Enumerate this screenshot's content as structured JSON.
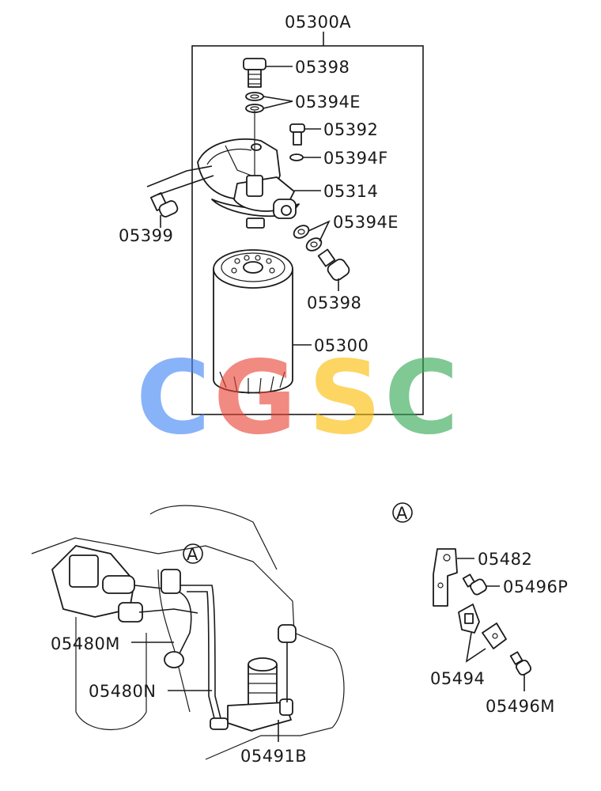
{
  "assembly_label": "05300A",
  "parts": {
    "bolt_top": "05398",
    "washers_top": "05394E",
    "bolt_small": "05392",
    "washer_small": "05394F",
    "filter_head": "05314",
    "bolt_left": "05399",
    "washers_right": "05394E",
    "bolt_bottom": "05398",
    "filter": "05300"
  },
  "lower": {
    "detail_marker": "A",
    "detail_title": "A",
    "pipe_m": "05480M",
    "pipe_n": "05480N",
    "fitting": "05491B",
    "bracket": "05482",
    "bolt_p": "05496P",
    "clamp": "05494",
    "bolt_m": "05496M"
  },
  "watermark": {
    "letters": [
      "C",
      "G",
      "S",
      "C"
    ],
    "colors": [
      "#4285f4",
      "#ea4335",
      "#fbbc05",
      "#34a853"
    ]
  }
}
